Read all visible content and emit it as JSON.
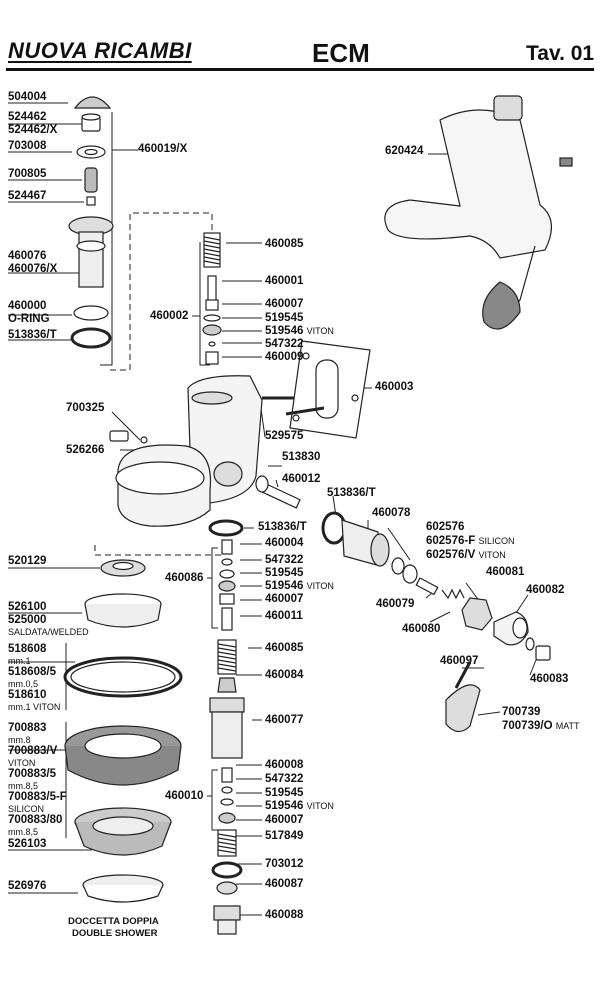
{
  "header": {
    "brand": "NUOVA RICAMBI",
    "model": "ECM",
    "table": "Tav. 01"
  },
  "codes": {
    "c504004": "504004",
    "c524462": "524462",
    "c524462x": "524462/X",
    "c703008": "703008",
    "c700805": "700805",
    "c524467": "524467",
    "c460019x": "460019/X",
    "c460076": "460076",
    "c460076x": "460076/X",
    "c460000": "460000",
    "oring": "O-RING",
    "c513836t_a": "513836/T",
    "c460085_a": "460085",
    "c460001": "460001",
    "c460007_a": "460007",
    "c460002": "460002",
    "c519545_a": "519545",
    "c519546_a": "519546",
    "viton": "VITON",
    "c547322_a": "547322",
    "c460009": "460009",
    "c620424": "620424",
    "c460003": "460003",
    "c700325": "700325",
    "c526266": "526266",
    "c529575": "529575",
    "c513830": "513830",
    "c460012": "460012",
    "c513836t_b": "513836/T",
    "c460078": "460078",
    "c513836t_c": "513836/T",
    "c460004": "460004",
    "c547322_b": "547322",
    "c460086": "460086",
    "c519545_b": "519545",
    "c519546_b": "519546",
    "c460007_b": "460007",
    "c460011": "460011",
    "c602576": "602576",
    "c602576f": "602576-F",
    "silicon": "SILICON",
    "c602576v": "602576/V",
    "c460081": "460081",
    "c460082": "460082",
    "c460079": "460079",
    "c460080": "460080",
    "c520129": "520129",
    "c526100": "526100",
    "c525000": "525000",
    "welded": "SALDATA/WELDED",
    "c460085_b": "460085",
    "c460084": "460084",
    "c518608": "518608",
    "mm1": "mm.1",
    "c518608_5": "518608/5",
    "mm05": "mm.0,5",
    "c518610": "518610",
    "mm1viton": "mm.1 VITON",
    "c460097": "460097",
    "c460083": "460083",
    "c460077": "460077",
    "c700739": "700739",
    "c700739o": "700739/O",
    "matt": "MATT",
    "c700883": "700883",
    "mm8": "mm.8",
    "c700883v": "700883/V",
    "viton2": "VITON",
    "c700883_5": "700883/5",
    "mm85": "mm.8,5",
    "c700883_5f": "700883/5-F",
    "silicon2": "SILICON",
    "c700883_80": "700883/80",
    "mm85b": "mm.8,5",
    "c460008": "460008",
    "c547322_c": "547322",
    "c460010": "460010",
    "c519545_c": "519545",
    "c519546_c": "519546",
    "c460007_c": "460007",
    "c517849": "517849",
    "c526103": "526103",
    "c703012": "703012",
    "c526976": "526976",
    "c460087": "460087",
    "c460088": "460088",
    "doccetta": "DOCCETTA DOPPIA",
    "shower": "DOUBLE SHOWER"
  }
}
